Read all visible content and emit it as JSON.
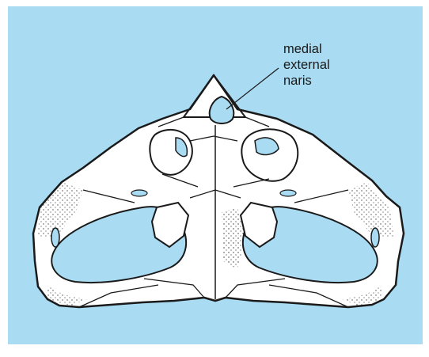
{
  "figure": {
    "background_color": "#a9dbf2",
    "specimen_color": "#ffffff",
    "outline_color": "#1a1a1a"
  },
  "annotation": {
    "lines": [
      "medial",
      "external",
      "naris"
    ]
  }
}
